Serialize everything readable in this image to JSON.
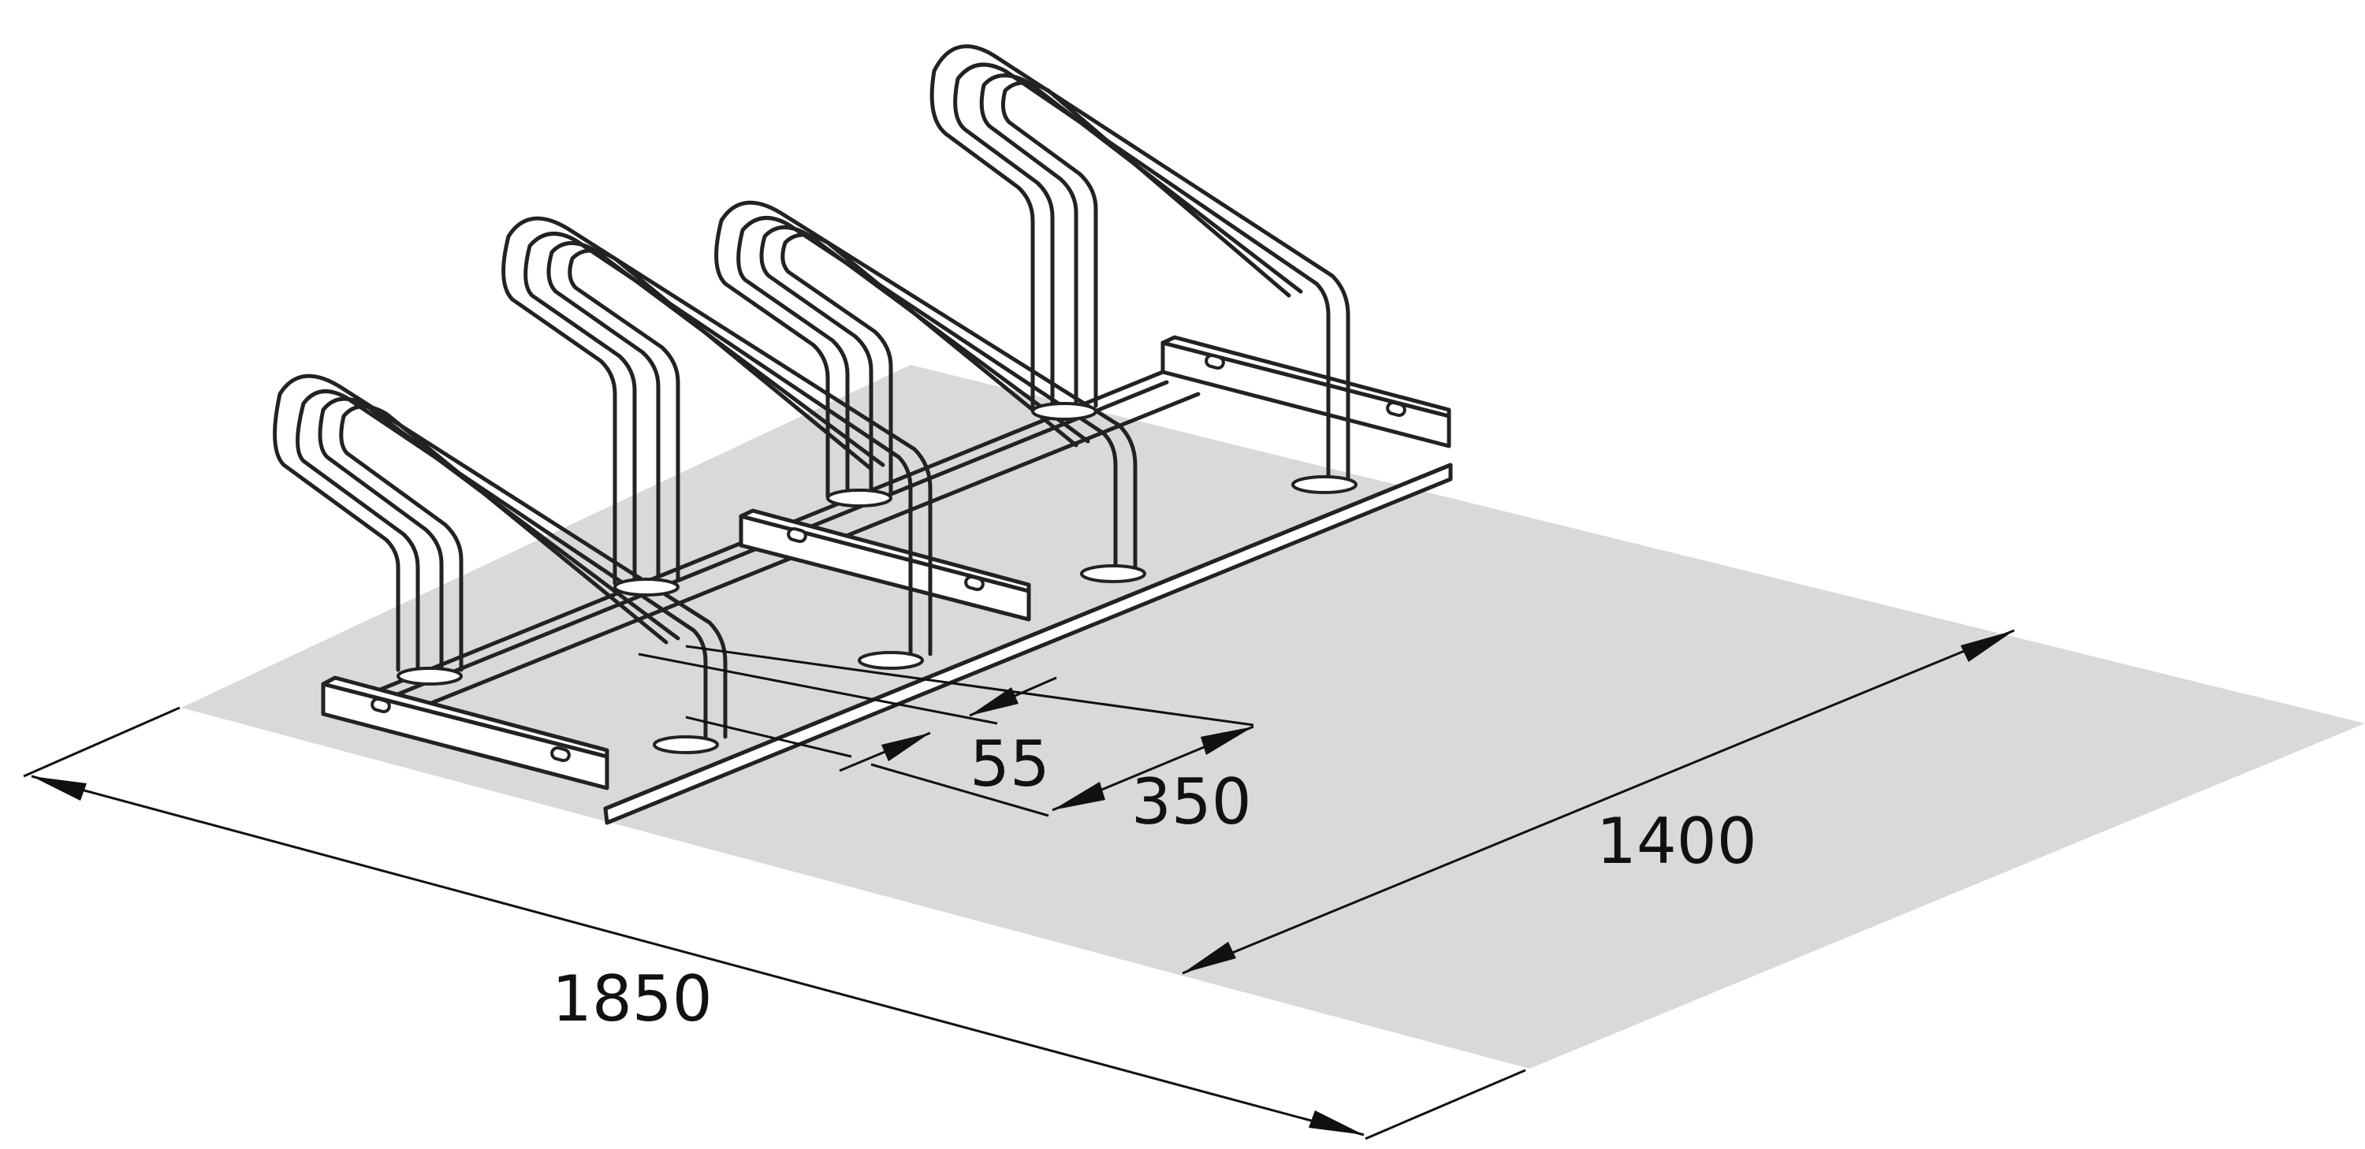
{
  "diagram": {
    "subject": "bicycle stand with four loop holders",
    "colors": {
      "floor": "#d9d9d9",
      "line": "#222222",
      "background": "#ffffff"
    },
    "dimensions": {
      "length": "1850",
      "depth": "1400",
      "spacing": "350",
      "offset": "55"
    }
  }
}
